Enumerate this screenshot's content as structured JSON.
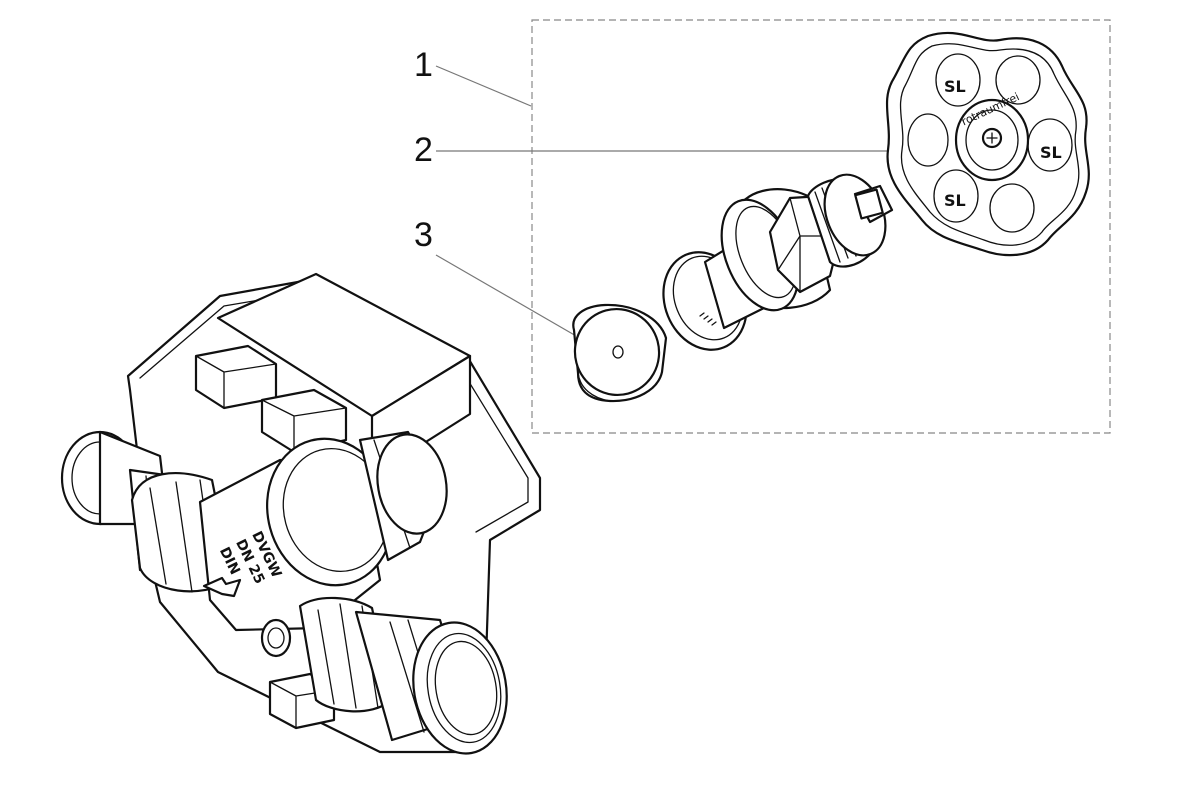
{
  "callouts": [
    {
      "id": "1",
      "label": "1"
    },
    {
      "id": "2",
      "label": "2"
    },
    {
      "id": "3",
      "label": "3"
    }
  ],
  "body_marking": {
    "line1": "DVGW",
    "line2": "DN 25",
    "line3": "DIN"
  },
  "handwheel_marking": {
    "text": "rotraumfrei",
    "logo": "SL"
  },
  "icons": {
    "handwheel": "handwheel-icon",
    "seal_disc": "seal-disc-icon",
    "valve_body": "valve-body-icon",
    "spindle": "spindle-icon"
  }
}
